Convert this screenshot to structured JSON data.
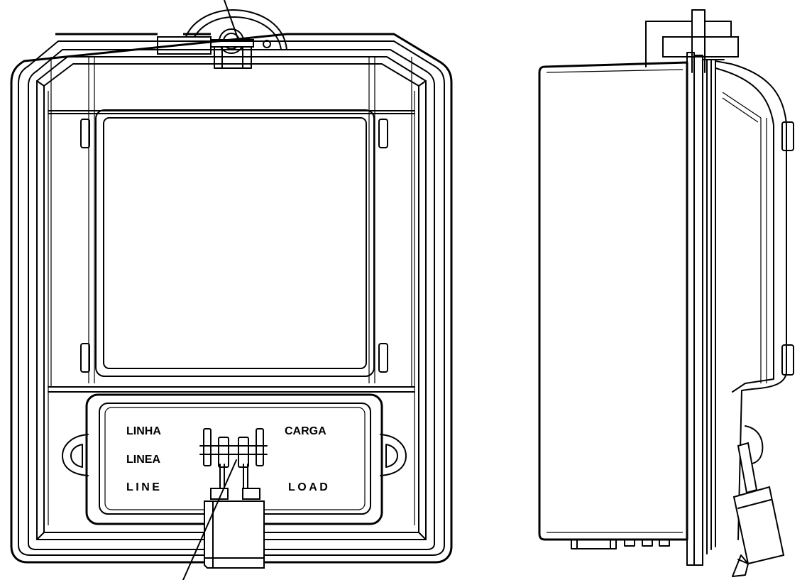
{
  "labels": {
    "line_pt": "LINHA",
    "line_es": "LINEA",
    "line_en": "LINE",
    "load_pt": "CARGA",
    "load_en": "LOAD"
  }
}
